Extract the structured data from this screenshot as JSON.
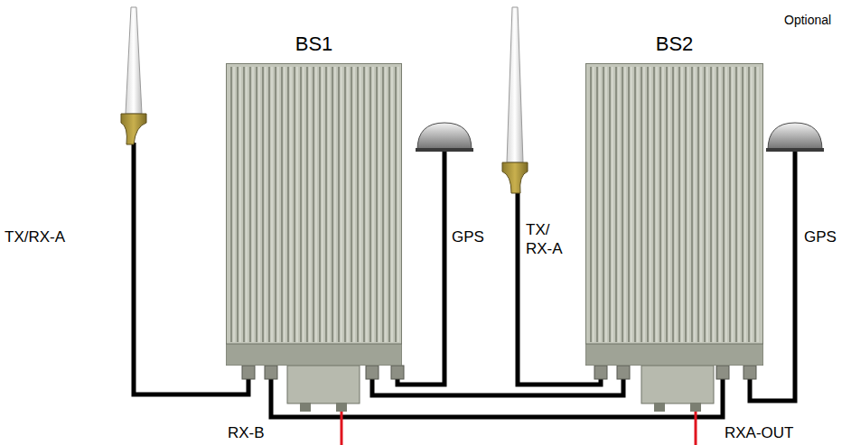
{
  "diagram": {
    "nodes": [
      {
        "text": [
          "BS1"
        ]
      },
      {
        "text": [
          "BS2"
        ]
      }
    ],
    "edges": [
      {
        "from": 0,
        "to": 1,
        "arrow": "none"
      },
      {
        "from": 0,
        "to": 1,
        "arrow": "none"
      }
    ],
    "labels": [
      "TX/RX-A",
      "GPS",
      "TX/ RX-A",
      "GPS",
      "Optional",
      "RX-B",
      "RXA-OUT"
    ]
  }
}
